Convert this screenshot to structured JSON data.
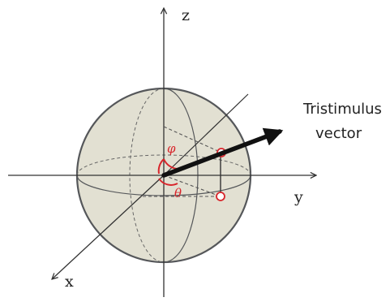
{
  "figure": {
    "axes": {
      "z": "z",
      "y": "y",
      "x": "x"
    },
    "angles": {
      "phi": "φ",
      "theta": "θ"
    },
    "vector_label": {
      "line1": "Tristimulus",
      "line2": "vector"
    },
    "colors": {
      "sphere_fill": "#e2e0d2",
      "sphere_outline": "#55575a",
      "axis": "#333333",
      "dashed": "#555555",
      "angle_marks": "#d8252b",
      "vector": "#111111"
    }
  }
}
